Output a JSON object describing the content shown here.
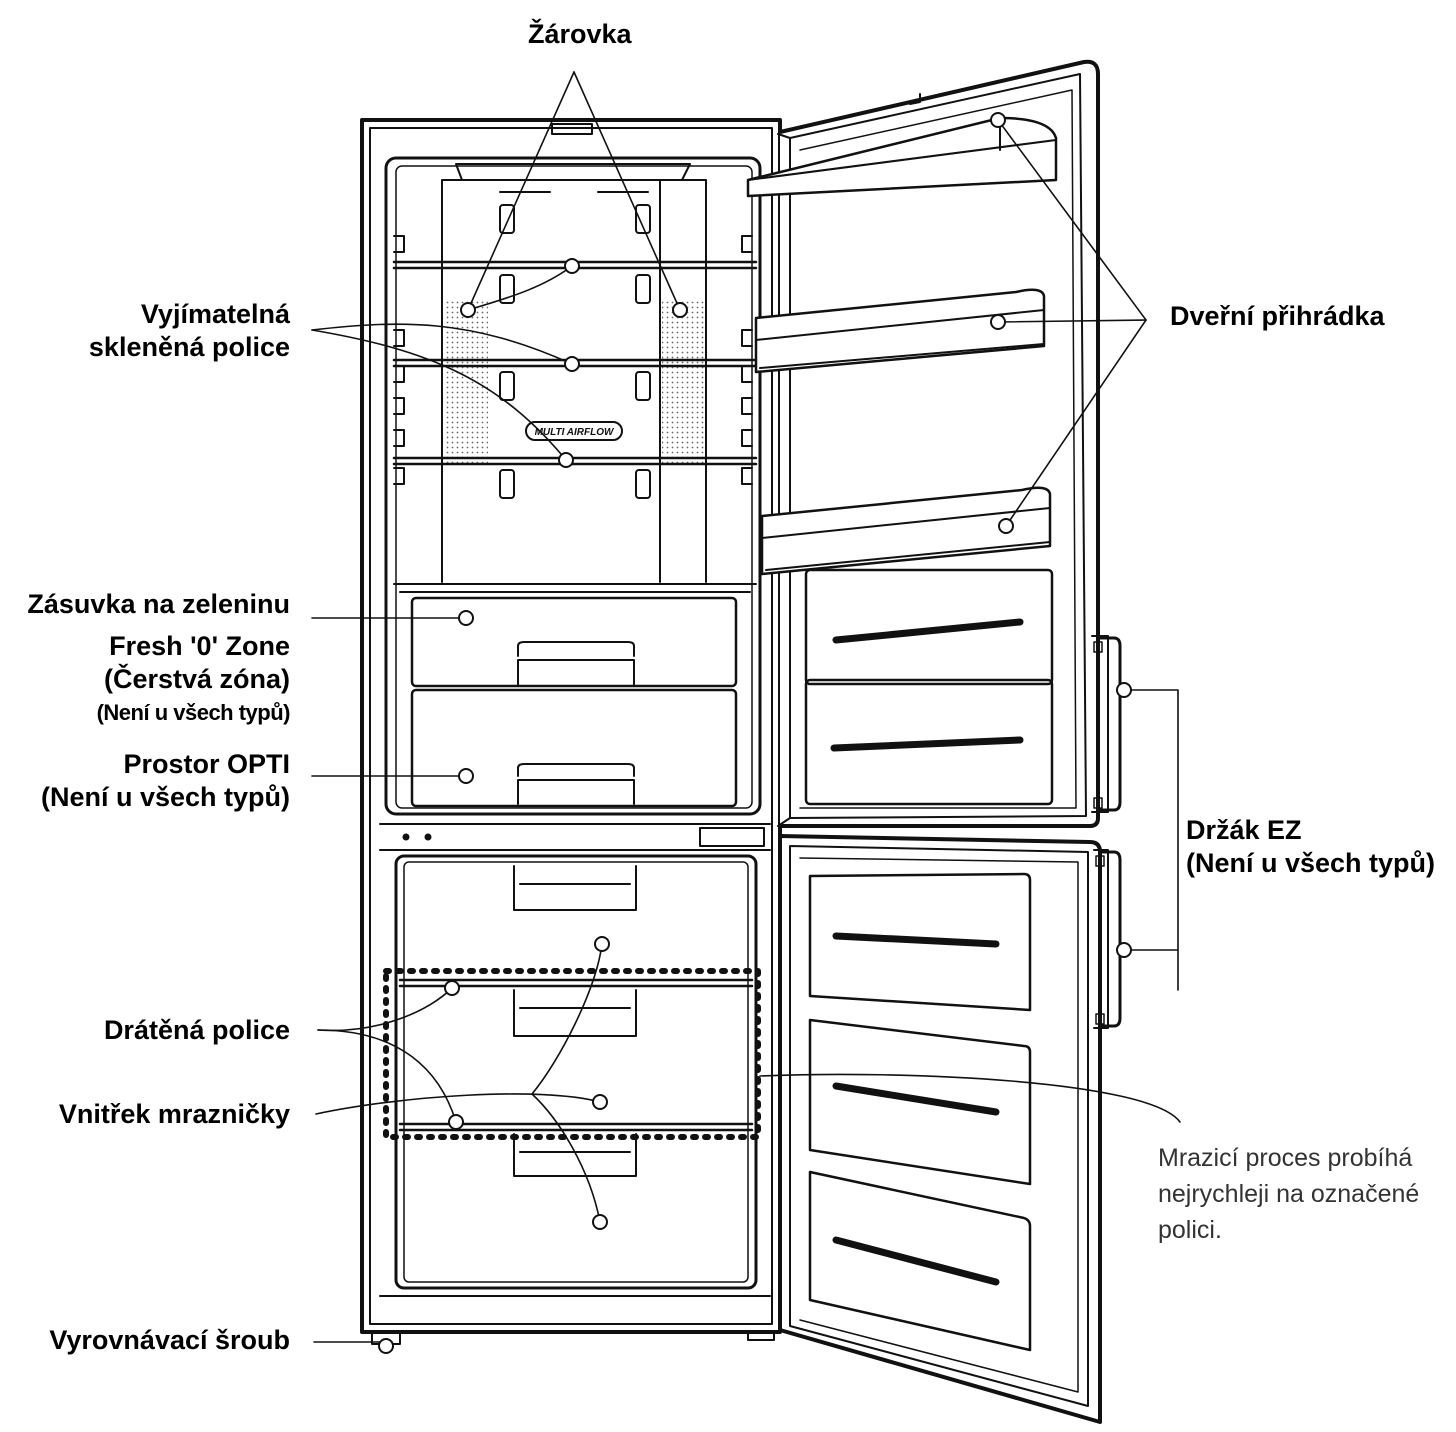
{
  "labels": {
    "bulb": "Žárovka",
    "glass_shelf_line1": "Vyjímatelná",
    "glass_shelf_line2": "skleněná police",
    "door_bin": "Dveřní přihrádka",
    "veg_drawer": "Zásuvka na zeleninu",
    "fresh_zone_line1": "Fresh '0' Zone",
    "fresh_zone_line2": "(Čerstvá zóna)",
    "fresh_zone_line3": "(Není u všech typů)",
    "opti_line1": "Prostor OPTI",
    "opti_line2": "(Není u všech typů)",
    "ez_holder_line1": "Držák EZ",
    "ez_holder_line2": "(Není u všech typů)",
    "wire_shelf": "Drátěná police",
    "freezer_interior": "Vnitřek mrazničky",
    "freeze_note_line1": "Mrazicí proces probíhá",
    "freeze_note_line2": "nejrychleji na označené",
    "freeze_note_line3": "polici.",
    "leveling_screw": "Vyrovnávací šroub"
  },
  "panel_logo": "MULTI AIRFLOW",
  "colors": {
    "line": "#111111",
    "panel": "#f2f2f2",
    "text": "#000000",
    "note": "#333333"
  }
}
